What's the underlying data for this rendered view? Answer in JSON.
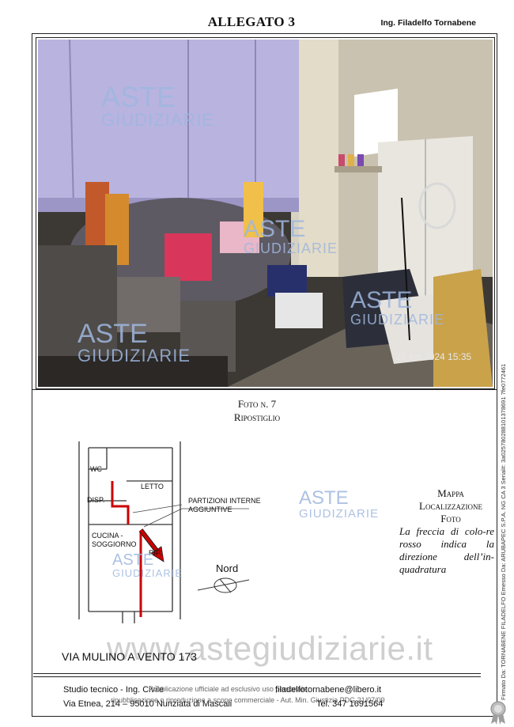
{
  "header": {
    "title": "ALLEGATO 3",
    "author": "Ing. Filadelfo Tornabene"
  },
  "photo": {
    "timestamp": "27 set 2024 15:35",
    "watermark_top_line": "ASTE",
    "watermark_bottom_line": "GIUDIZIARIE"
  },
  "caption": {
    "line1": "Foto n. 7",
    "line2": "Ripostiglio"
  },
  "plan": {
    "room_wc": "WC",
    "room_disp": "DISP.",
    "room_letto": "LETTO",
    "room_cucina": "CUCINA -",
    "room_soggiorno": "SOGGIORNO",
    "room_rip": "RIP.",
    "partition_label_1": "PARTIZIONI INTERNE",
    "partition_label_2": "AGGIUNTIVE",
    "north_label": "Nord",
    "watermark_top_line": "ASTE",
    "watermark_bottom_line": "GIUDIZIARIE"
  },
  "mappa": {
    "line1": "Mappa",
    "line2": "Localizzazione",
    "line3": "Foto",
    "description": "La freccia di colo-re rosso indica la direzione dell’in-quadratura"
  },
  "address": "VIA MULINO A VENTO 173",
  "site_watermark": "www.astegiudiziarie.it",
  "footer": {
    "line1_left": "Studio tecnico - Ing. Civile",
    "line1_overlay": "Pubblicazione ufficiale ad esclusivo uso personale",
    "line1_email": "filadelfotornabene@libero.it",
    "line2_left": "Via Etnea, 214 – 95010 Nunziata di Mascali",
    "line2_overlay": "ripubblicazione o riproduzione a scopo commerciale - Aut. Min. Giustizia PDG 21/07/09",
    "line2_phone": "Tel.  347 1691564"
  },
  "side_signature": "Firmato Da: TORNABENE FILADELFO Emesso Da: ARUBAPEC S.P.A. NG CA 3 Serial#: 3a025780288101378691 7fe0772461",
  "colors": {
    "arrow_red": "#cc0000",
    "watermark_blue": "#9fb7df"
  }
}
